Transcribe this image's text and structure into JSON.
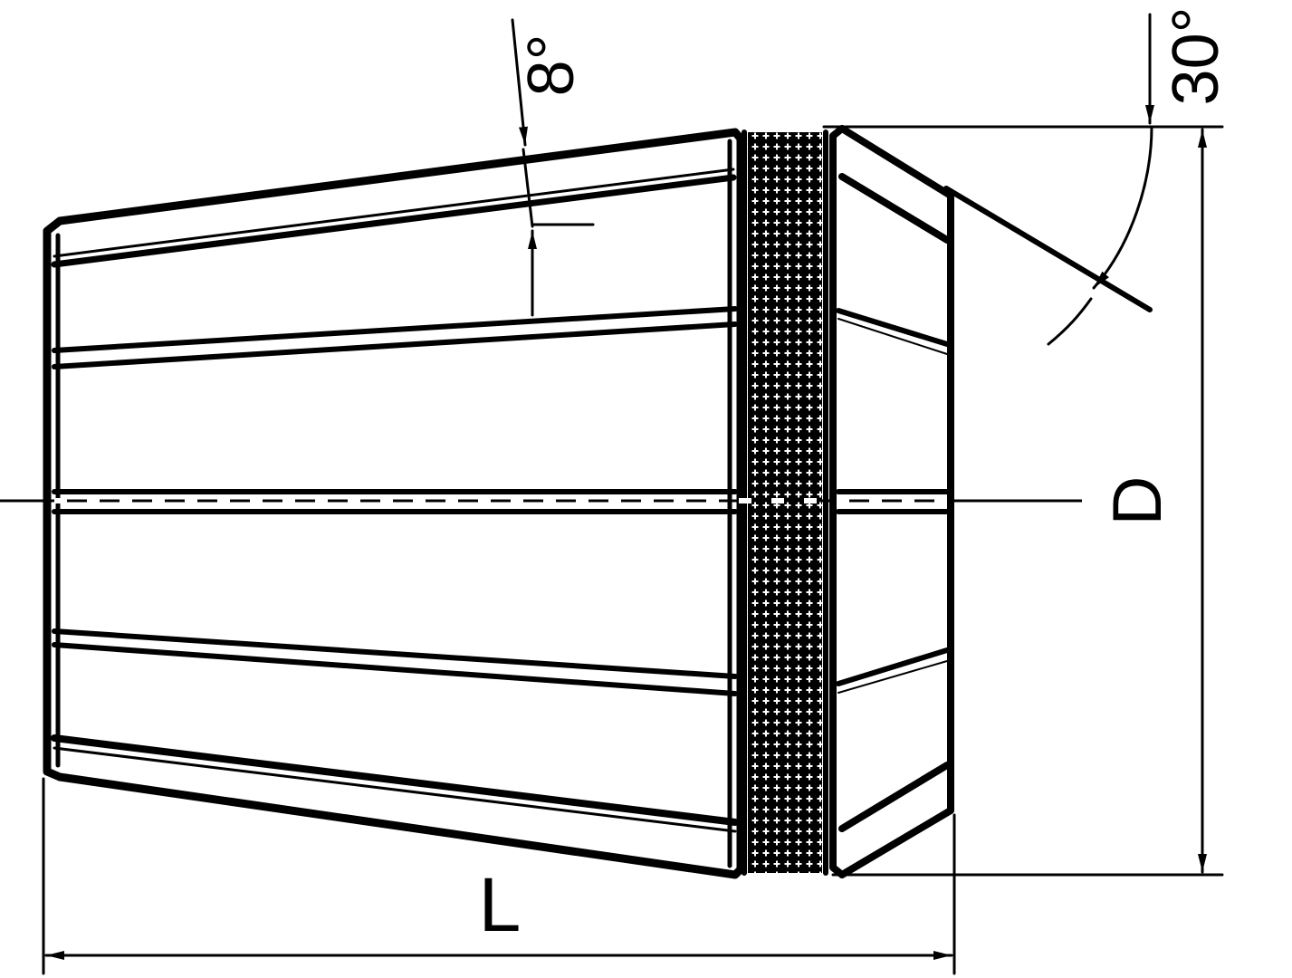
{
  "drawing": {
    "type": "technical-drawing",
    "subject": "collet",
    "labels": {
      "taper_angle": "8°",
      "cone_angle": "30°",
      "diameter": "D",
      "length": "L"
    },
    "colors": {
      "ink": "#000000",
      "background": "#ffffff"
    }
  }
}
